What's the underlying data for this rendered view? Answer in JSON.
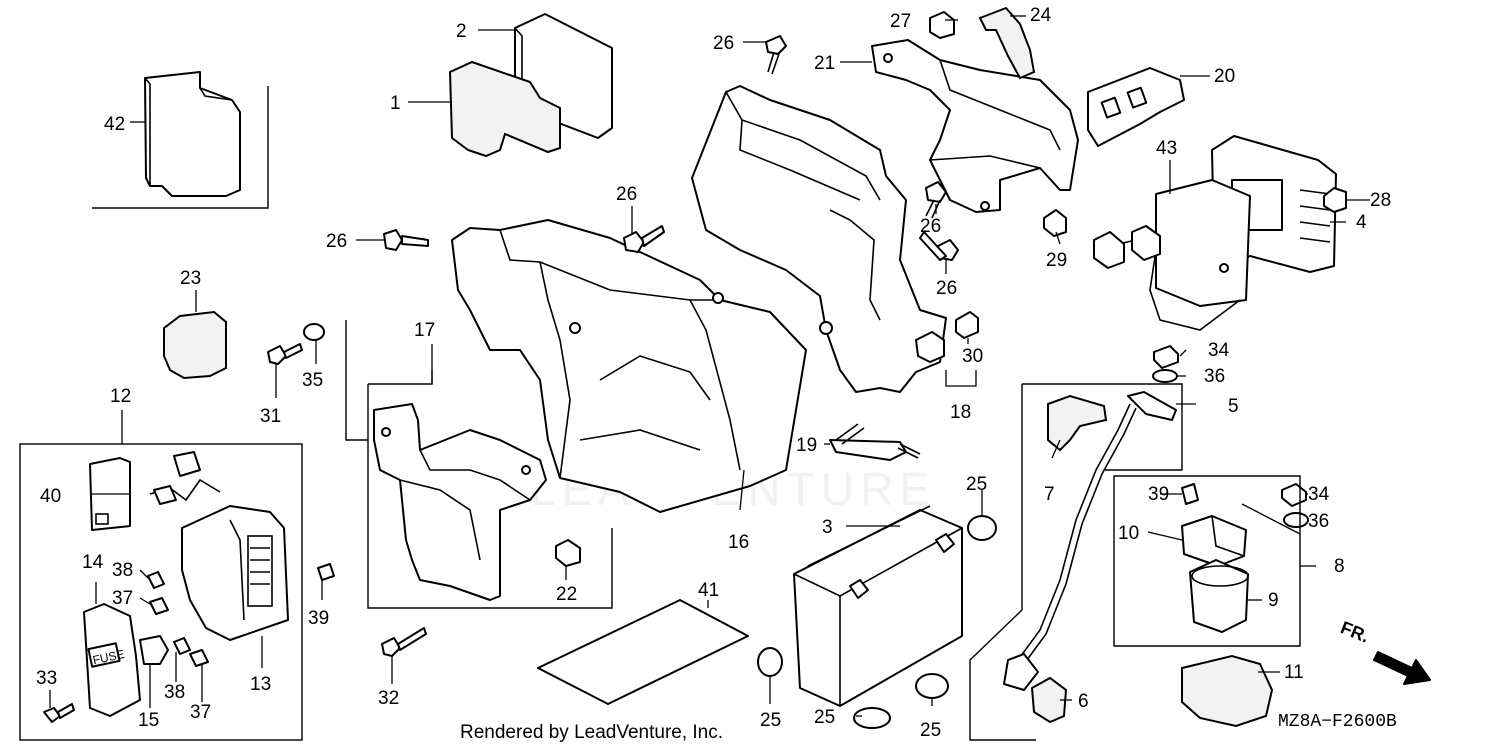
{
  "diagram": {
    "code": "MZ8A−F2600B",
    "footer": "Rendered by LeadVenture, Inc.",
    "direction_label": "FR.",
    "watermark": "LEADVENTURE",
    "fuse_label": "FUSE",
    "callouts": {
      "c1": "1",
      "c2": "2",
      "c3": "3",
      "c4": "4",
      "c5": "5",
      "c6": "6",
      "c7": "7",
      "c8": "8",
      "c9": "9",
      "c10": "10",
      "c11": "11",
      "c12": "12",
      "c13": "13",
      "c14": "14",
      "c15": "15",
      "c16": "16",
      "c17": "17",
      "c18": "18",
      "c19": "19",
      "c20": "20",
      "c21": "21",
      "c22": "22",
      "c23": "23",
      "c24": "24",
      "c25a": "25",
      "c25b": "25",
      "c25c": "25",
      "c25d": "25",
      "c26a": "26",
      "c26b": "26",
      "c26c": "26",
      "c26d": "26",
      "c26e": "26",
      "c27": "27",
      "c28": "28",
      "c29": "29",
      "c30": "30",
      "c31": "31",
      "c32": "32",
      "c33": "33",
      "c34a": "34",
      "c34b": "34",
      "c35": "35",
      "c36a": "36",
      "c36b": "36",
      "c37a": "37",
      "c37b": "37",
      "c38a": "38",
      "c38b": "38",
      "c39a": "39",
      "c39b": "39",
      "c40": "40",
      "c41": "41",
      "c42": "42",
      "c43": "43"
    }
  }
}
